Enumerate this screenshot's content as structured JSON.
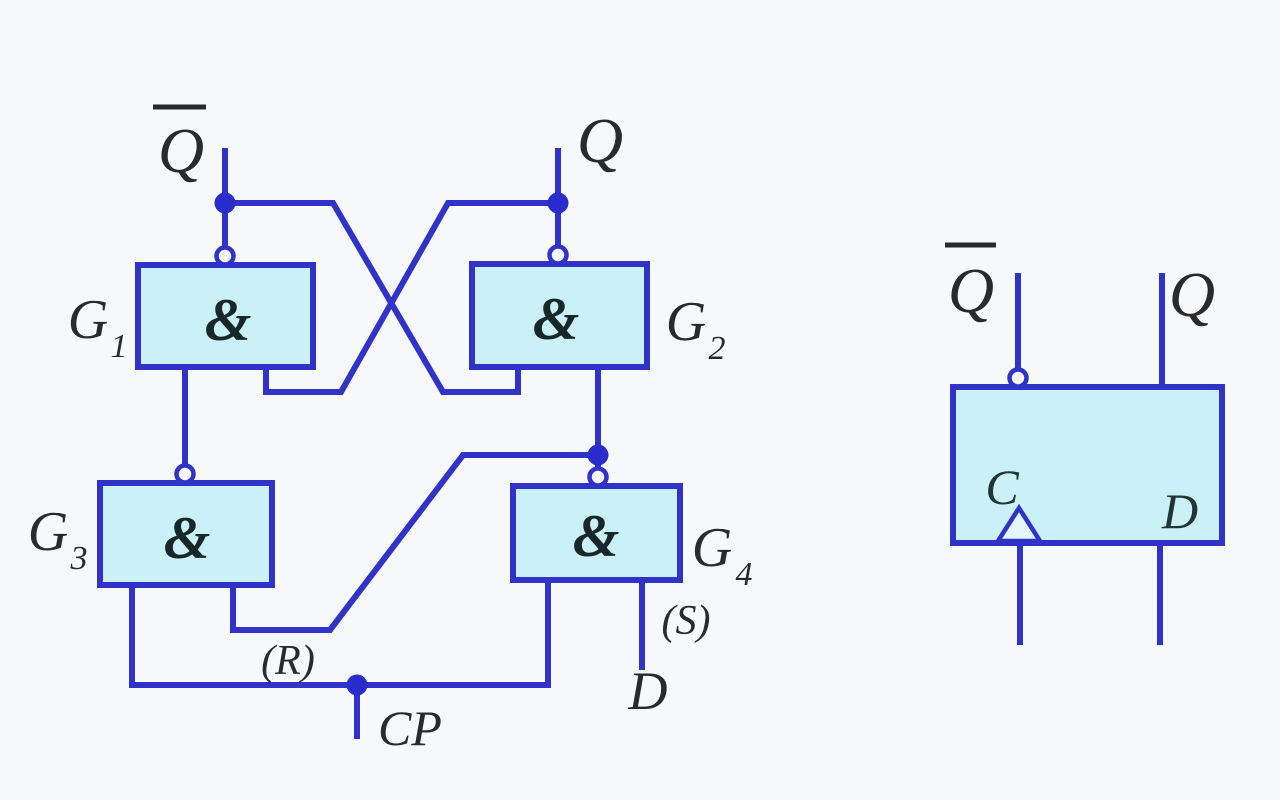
{
  "colors": {
    "wire": "#3032c8",
    "gate_fill": "#c9f1f7",
    "background": "#f7f8f9",
    "text": "#2a2a2a"
  },
  "nand_circuit": {
    "q_bar_output": "Q",
    "q_output": "Q",
    "gates": [
      {
        "name": "G",
        "sub": "1",
        "symbol": "&"
      },
      {
        "name": "G",
        "sub": "2",
        "symbol": "&"
      },
      {
        "name": "G",
        "sub": "3",
        "symbol": "&"
      },
      {
        "name": "G",
        "sub": "4",
        "symbol": "&"
      }
    ],
    "reset_annotation": "(R)",
    "set_annotation": "(S)",
    "clock_input": "CP",
    "data_input": "D"
  },
  "block_symbol": {
    "q_bar_output": "Q",
    "q_output": "Q",
    "clock_input": "C",
    "data_input": "D"
  }
}
